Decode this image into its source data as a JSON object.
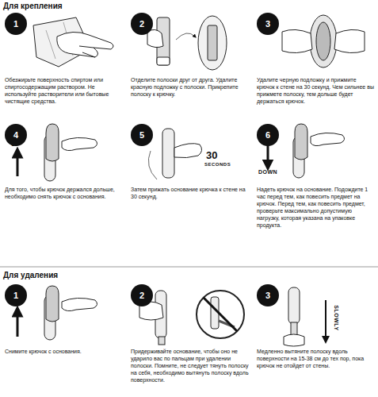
{
  "diagram": {
    "nodes": [
      {
        "text": [
          "1"
        ]
      },
      {
        "text": [
          "2"
        ]
      },
      {
        "text": [
          "3"
        ]
      },
      {
        "text": [
          "4"
        ]
      },
      {
        "text": [
          "5"
        ]
      },
      {
        "text": [
          "6"
        ]
      },
      {
        "text": [
          "1"
        ]
      },
      {
        "text": [
          "2"
        ]
      },
      {
        "text": [
          "3"
        ]
      }
    ],
    "labels": [
      "Для крепления",
      "Обезжирьте поверхность спиртом или спиртосодержащим раствором. Не используйте растворители или бытовые чистящие средства.",
      "Отделите полоски друг от друга. Удалите красную подложку с полоски. Прикрепите полоску к крючку.",
      "Удалите черную подложку и прижмите крючок к стене на 30 секунд. Чем сильнее вы прижмете полоску, тем дольше будет держаться крючок.",
      "UP",
      "Для того, чтобы крючок держался дольше, необходимо снять крючок с основания.",
      "30",
      "SECONDS",
      "Затем прижать основание крючка к стене на 30 секунд.",
      "DOWN",
      "Надеть крючок на основание. Подождите 1 час перед тем, как повесить предмет на крючок. Перед тем, как повесить предмет, проверьте максимально допустимую нагрузку, которая указана на упаковке продукта.",
      "Для удаления",
      "UP",
      "Снимите крючок с основания.",
      "Придерживайте основание, чтобы оно не ударило вас по пальцам при удалении полоски. Помните, не следует тянуть полоску на себя, необходимо вытянуть полоску вдоль поверхности.",
      "SLOWLY",
      "Медленно вытяните полоску вдоль поверхности на 15-38 см до тех пор, пока крючок не отойдет от стены."
    ]
  }
}
